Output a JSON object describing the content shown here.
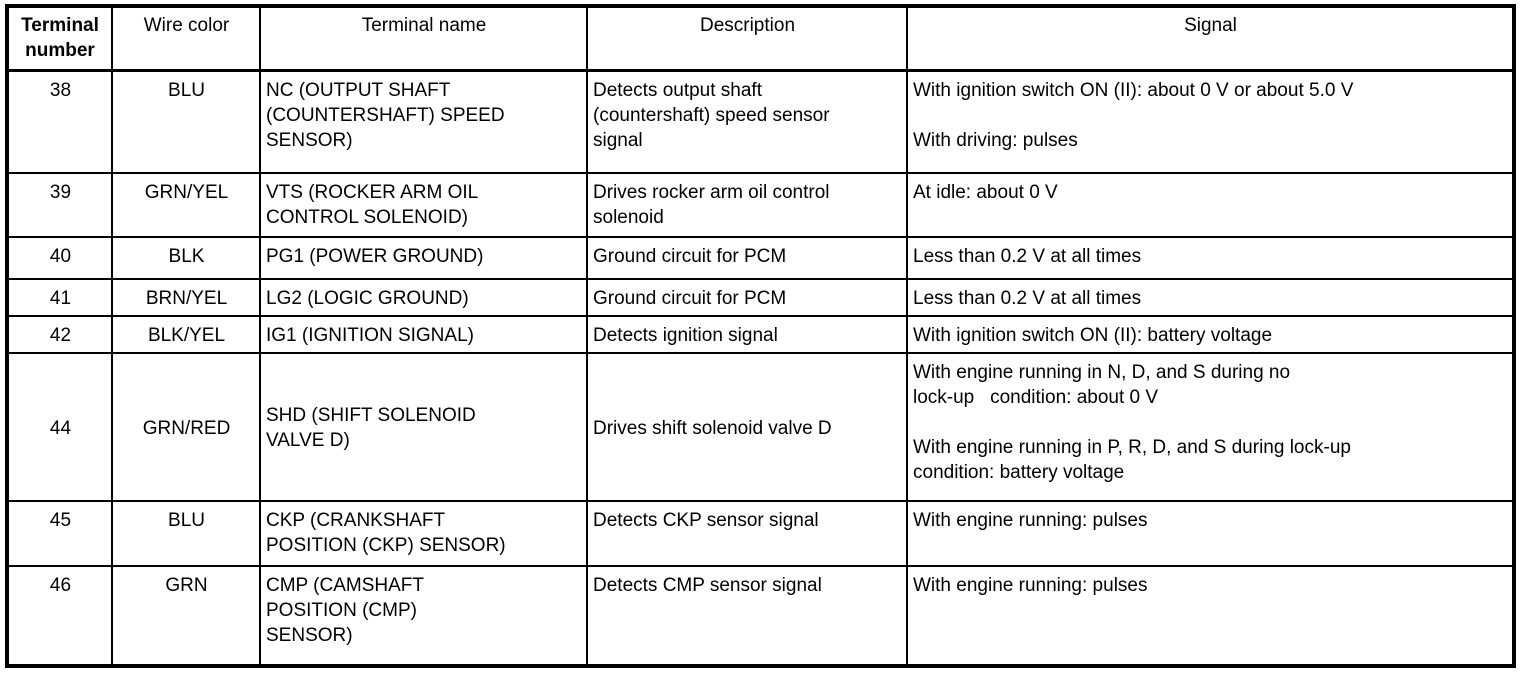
{
  "page": {
    "background_color": "#ffffff",
    "border_color": "#000000"
  },
  "table": {
    "columns": {
      "terminal": "Terminal number",
      "wire": "Wire color",
      "name": "Terminal name",
      "description": "Description",
      "signal": "Signal"
    },
    "rows": [
      {
        "terminal": "38",
        "wire_color": "BLU",
        "terminal_name": "NC (OUTPUT SHAFT\n(COUNTERSHAFT) SPEED\nSENSOR)",
        "description": "Detects output shaft\n(countershaft) speed sensor\nsignal",
        "signal": "With ignition switch ON (II): about 0 V or about 5.0 V\n\nWith driving: pulses"
      },
      {
        "terminal": "39",
        "wire_color": "GRN/YEL",
        "terminal_name": "VTS (ROCKER ARM OIL\nCONTROL SOLENOID)",
        "description": "Drives rocker arm oil control\nsolenoid",
        "signal": "At idle: about 0 V"
      },
      {
        "terminal": "40",
        "wire_color": "BLK",
        "terminal_name": "PG1 (POWER GROUND)",
        "description": "Ground circuit for PCM",
        "signal": "Less than 0.2 V at all times"
      },
      {
        "terminal": "41",
        "wire_color": "BRN/YEL",
        "terminal_name": "LG2 (LOGIC GROUND)",
        "description": "Ground circuit for PCM",
        "signal": "Less than 0.2 V at all times"
      },
      {
        "terminal": "42",
        "wire_color": "BLK/YEL",
        "terminal_name": "IG1 (IGNITION SIGNAL)",
        "description": "Detects ignition signal",
        "signal": "With ignition switch ON (II): battery voltage"
      },
      {
        "terminal": "44",
        "wire_color": "GRN/RED",
        "terminal_name": "SHD (SHIFT SOLENOID\nVALVE D)",
        "description": "Drives shift solenoid valve D",
        "signal": "With engine running in N, D, and S during no\nlock-up   condition: about 0 V\n\nWith engine running in P, R, D, and S during lock-up\ncondition: battery voltage"
      },
      {
        "terminal": "45",
        "wire_color": "BLU",
        "terminal_name": "CKP (CRANKSHAFT\nPOSITION (CKP) SENSOR)",
        "description": "Detects CKP sensor signal",
        "signal": "With engine running: pulses"
      },
      {
        "terminal": "46",
        "wire_color": "GRN",
        "terminal_name": "CMP (CAMSHAFT\nPOSITION (CMP)\nSENSOR)",
        "description": "Detects CMP sensor signal",
        "signal": "With engine running: pulses"
      }
    ]
  }
}
